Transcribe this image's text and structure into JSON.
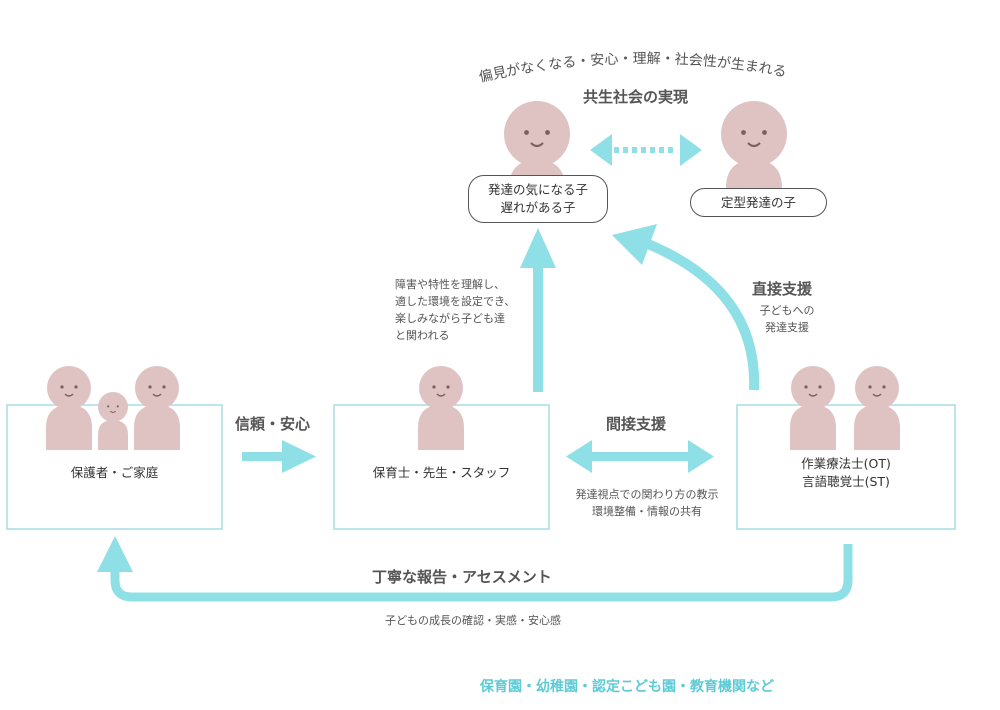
{
  "top": {
    "curved_caption": "偏見がなくなる・安心・理解・社会性が生まれる",
    "title": "共生社会の実現",
    "child_dev": [
      "発達の気になる子",
      "遅れがある子"
    ],
    "child_typical": "定型発達の子"
  },
  "boxes": {
    "guardians": "保護者・ご家庭",
    "staff": "保育士・先生・スタッフ",
    "therapists": [
      "作業療法士(OT)",
      "言語聴覚士(ST)"
    ]
  },
  "arrows": {
    "trust_label": "信頼・安心",
    "indirect_title": "間接支援",
    "indirect_sub": [
      "発達視点での関わり方の教示",
      "環境整備・情報の共有"
    ],
    "direct_title": "直接支援",
    "direct_sub": [
      "子どもへの",
      "発達支援"
    ],
    "staff_up_note": [
      "障害や特性を理解し、",
      "適した環境を設定でき、",
      "楽しみながら子ども達",
      "と関われる"
    ],
    "report_title": "丁寧な報告・アセスメント",
    "report_sub": "子どもの成長の確認・実感・安心感"
  },
  "footer": "保育園・幼稚園・認定こども園・教育機関など",
  "colors": {
    "person": "#dfc3c3",
    "arrow": "#8fe0e6",
    "box_border": "#a9dde3",
    "footer_text": "#5ccbd6",
    "pill_border": "#555555"
  }
}
